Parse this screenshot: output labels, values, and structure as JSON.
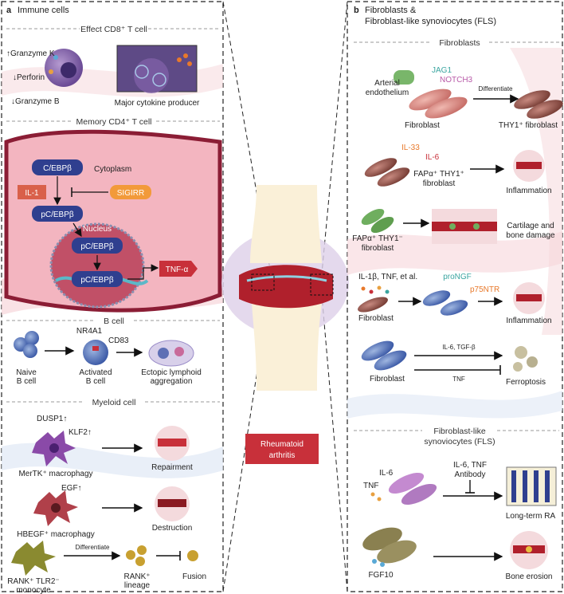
{
  "center": {
    "title_line1": "Rheumatoid",
    "title_line2": "arthritis"
  },
  "left": {
    "panel_letter": "a",
    "title": "Immune cells",
    "cd8": {
      "header": "Effect CD8⁺ T cell",
      "granzyme_k": "↑Granzyme K",
      "perforin": "↓Perforin",
      "granzyme_b": "↓Granzyme B",
      "cytokine": "Major cytokine producer"
    },
    "cd4": {
      "header": "Memory CD4⁺ T cell",
      "cebpb": "C/EBPβ",
      "cytoplasm": "Cytoplasm",
      "il1": "IL-1",
      "sigirr": "SIGIRR",
      "pcebpb": "pC/EBPβ",
      "nucleus": "Nucleus",
      "pcebpb2": "pC/EBPβ",
      "pcebpb3": "pC/EBPβ",
      "tnf": "TNF-α"
    },
    "bcell": {
      "header": "B cell",
      "nr4a1": "NR4A1",
      "cd83": "CD83",
      "naive_1": "Naive",
      "naive_2": "B cell",
      "activated_1": "Activated",
      "activated_2": "B cell",
      "ectopic_1": "Ectopic lymphoid",
      "ectopic_2": "aggregation"
    },
    "myeloid": {
      "header": "Myeloid cell",
      "dusp1": "DUSP1↑",
      "klf2": "KLF2↑",
      "mertk": "MerTK⁺ macrophagy",
      "repairment": "Repairment",
      "egf": "EGF↑",
      "hbegf": "HBEGF⁺ macrophagy",
      "destruction": "Destruction",
      "rank_mono_1": "RANK⁺ TLR2⁻",
      "rank_mono_2": "monocyte",
      "differentiate": "Differentiate",
      "rank_lin_1": "RANK⁺",
      "rank_lin_2": "lineage",
      "fusion": "Fusion"
    }
  },
  "right": {
    "panel_letter": "b",
    "title_1": "Fibroblasts &",
    "title_2": "Fibroblast-like synoviocytes (FLS)",
    "fib": {
      "header": "Fibroblasts",
      "jag1": "JAG1",
      "notch3": "NOTCH3",
      "arterial_1": "Arterial",
      "arterial_2": "endothelium",
      "differentiate": "Differentiate",
      "fibroblast": "Fibroblast",
      "thy1": "THY1⁺ fibroblast",
      "il33": "IL-33",
      "il6": "IL-6",
      "fap_thy_1": "FAPα⁺ THY1⁺",
      "fap_thy_2": "fibroblast",
      "inflammation": "Inflammation",
      "fap_neg_1": "FAPα⁺ THY1⁻",
      "fap_neg_2": "fibroblast",
      "cartilage_1": "Cartilage and",
      "cartilage_2": "bone damage",
      "il1b": "IL-1β, TNF, et al.",
      "prongf": "proNGF",
      "p75": "p75NTR",
      "fibroblast2": "Fibroblast",
      "inflammation2": "Inflammation",
      "il6tgf": "IL-6, TGF-β",
      "tnf": "TNF",
      "fibroblast3": "Fibroblast",
      "ferroptosis": "Ferroptosis"
    },
    "fls": {
      "header_1": "Fibroblast-like",
      "header_2": "synoviocytes (FLS)",
      "il6": "IL-6",
      "tnf": "TNF",
      "ab_1": "IL-6, TNF",
      "ab_2": "Antibody",
      "longterm": "Long-term RA",
      "fgf10": "FGF10",
      "erosion": "Bone erosion"
    }
  },
  "colors": {
    "accent_red": "#c8303a",
    "dark_blue": "#2f3f8f",
    "pink": "#f2b8c0",
    "orange": "#e8792b",
    "teal": "#3aa5a0"
  }
}
